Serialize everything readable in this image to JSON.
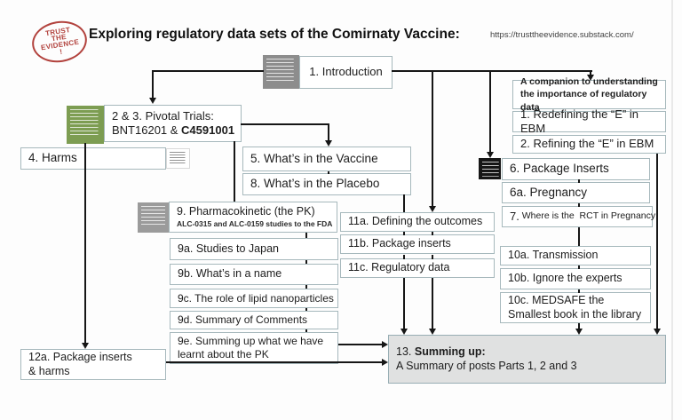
{
  "colors": {
    "stamp_red": "#b2423d",
    "box_border": "#a6b8bc",
    "summary_fill": "#e0e1e1",
    "thumb_green": "#7d9d52",
    "connector_black": "#161616"
  },
  "header": {
    "stamp_lines": [
      "TRUST",
      "THE",
      "EVIDENCE",
      "!"
    ],
    "title": "Exploring regulatory data sets of the Comirnaty Vaccine:",
    "url": "https://trusttheevidence.substack.com/"
  },
  "nodes": {
    "intro": "1. Introduction",
    "pivotal_line1": "2 & 3. Pivotal Trials:",
    "pivotal_line2_normal": "BNT16201 & ",
    "pivotal_line2_bold": "C4591001",
    "harms": "4. Harms",
    "vaccine": "5. What’s in the  Vaccine",
    "placebo": "8. What’s in  the  Placebo",
    "pk_line1": "9. Pharmacokinetic (the PK)",
    "pk_line2": "ALC-0315 and ALC-0159 studies to the FDA",
    "pk_a": "9a. Studies to Japan",
    "pk_b": "9b. What’s in a name",
    "pk_c": "9c. The role of  lipid nanoparticles",
    "pk_d": "9d. Summary of Comments",
    "pk_e": "9e. Summing up what we have learnt about the PK",
    "pkg_harms_line1": "12a. Package inserts",
    "pkg_harms_line2": "& harms",
    "out_a": "11a. Defining the outcomes",
    "out_b": "11b. Package inserts",
    "out_c": "11c. Regulatory data",
    "companion": "A companion to understanding the importance of regulatory data",
    "redefining": "1. Redefining the “E” in EBM",
    "refining": "2. Refining the “E” in EBM",
    "pkg_inserts": "6. Package Inserts",
    "pregnancy": "6a. Pregnancy",
    "rct_prefix": "7.",
    "rct_rest": " Where is the  RCT in Pregnancy",
    "transmission": "10a. Transmission",
    "ignore_experts": "10b. Ignore the experts",
    "medsafe_line1": "10c. MEDSAFE the",
    "medsafe_line2": "Smallest book in the library",
    "summary_num": "13. ",
    "summary_bold": "Summing up:",
    "summary_line2": "A Summary of posts Parts  1, 2 and 3"
  }
}
